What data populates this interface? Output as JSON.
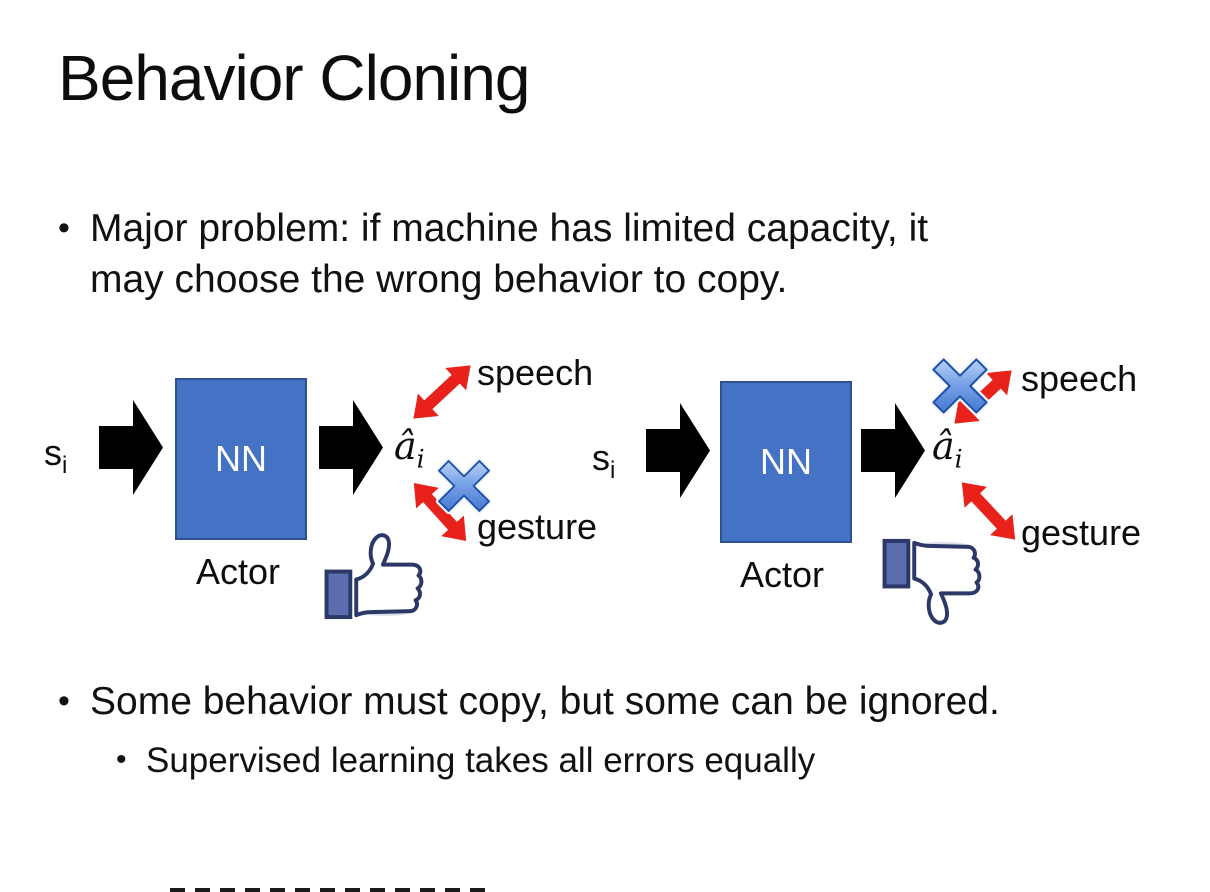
{
  "slide": {
    "title": "Behavior Cloning",
    "bullet1": {
      "marker": "•",
      "line1": "Major problem: if machine has limited capacity, it",
      "line2": "may choose the wrong behavior to copy."
    },
    "bullet2": {
      "marker": "•",
      "text": "Some behavior must copy, but some can be ignored."
    },
    "bullet2_sub": {
      "marker": "•",
      "text": "Supervised learning takes all errors equally"
    }
  },
  "diagram_left": {
    "input_label": "s",
    "input_subscript": "i",
    "network_label": "NN",
    "network_caption": "Actor",
    "output_label": "â",
    "output_subscript": "i",
    "action_top": "speech",
    "action_bottom": "gesture",
    "crossed_out_action": "gesture",
    "feedback_icon": "thumbs-up"
  },
  "diagram_right": {
    "input_label": "s",
    "input_subscript": "i",
    "network_label": "NN",
    "network_caption": "Actor",
    "output_label": "â",
    "output_subscript": "i",
    "action_top": "speech",
    "action_bottom": "gesture",
    "crossed_out_action": "speech",
    "feedback_icon": "thumbs-down"
  },
  "icons": {
    "cross_icon": "blue-x-cross",
    "block_arrow_icon": "black-right-block-arrow",
    "relation_arrow_icon": "red-double-headed-arrow"
  },
  "colors": {
    "title_text": "#0D0D0D",
    "body_text": "#111111",
    "network_box_fill": "#4472C4",
    "network_box_border": "#2F528F",
    "network_box_text": "#FFFFFF",
    "block_arrow": "#000000",
    "relation_arrow": "#E8221A",
    "cross_blue": "#3A72D8",
    "thumb_outline": "#2C3968",
    "thumb_cuff": "#5B6DAE"
  }
}
